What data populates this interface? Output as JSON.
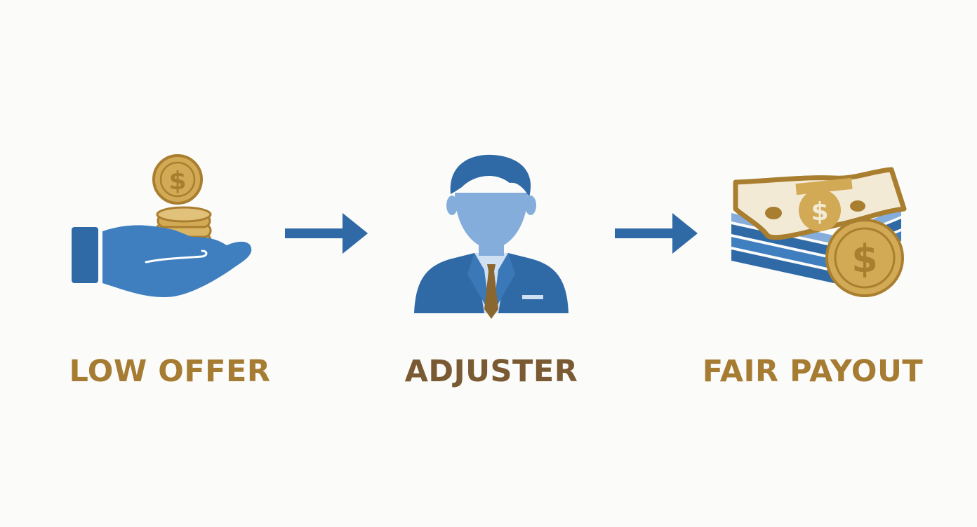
{
  "steps": [
    {
      "label": "LOW OFFER",
      "icon": "hand-with-coins-icon",
      "color": "#a67c33"
    },
    {
      "label": "ADJUSTER",
      "icon": "adjuster-person-icon",
      "color": "#7a5a32"
    },
    {
      "label": "FAIR PAYOUT",
      "icon": "cash-stack-with-coin-icon",
      "color": "#a67c33"
    }
  ],
  "connectors": [
    "arrow-right-icon",
    "arrow-right-icon"
  ],
  "colors": {
    "blue": "#2f6aa6",
    "light_blue": "#84addb",
    "gold": "#d2aa55",
    "gold_dark": "#a97e2f",
    "tie_brown": "#8a6630",
    "background": "#fbfbfa"
  }
}
